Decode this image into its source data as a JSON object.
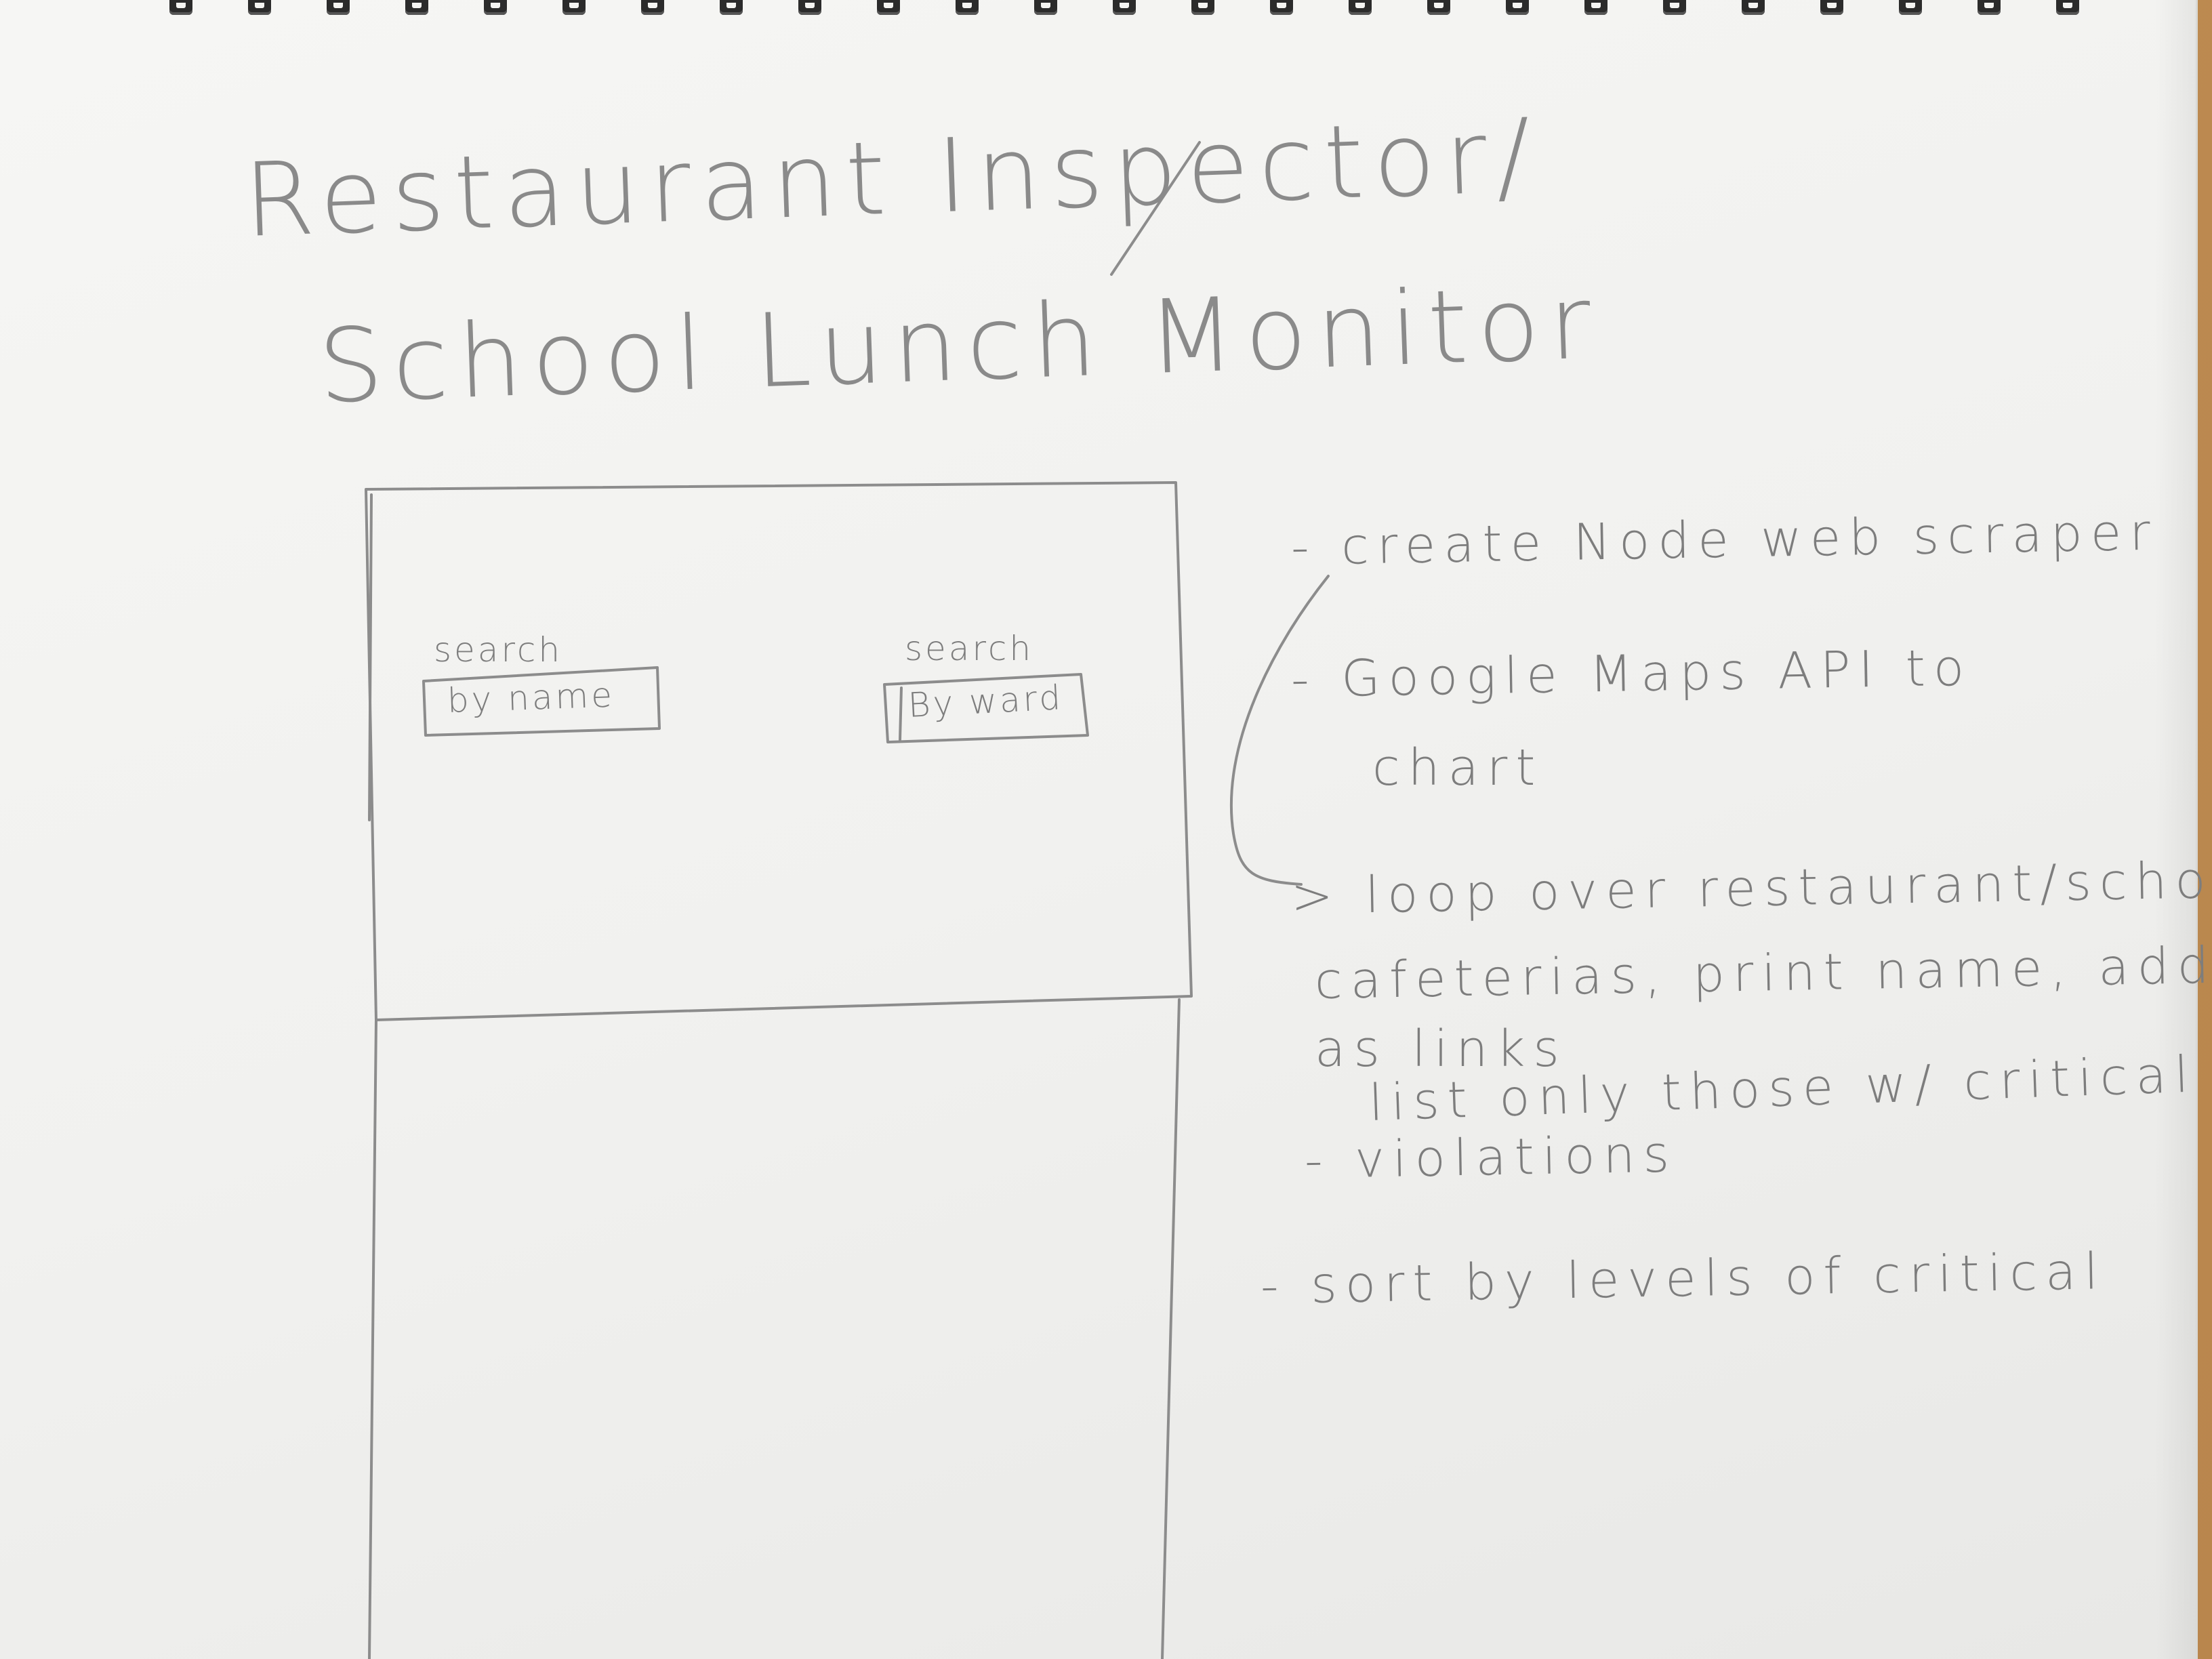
{
  "sketch": {
    "title": {
      "line1": "Restaurant Inspector/",
      "line2": "School Lunch Monitor"
    },
    "wireframe": {
      "search_left": {
        "label": "search",
        "box_text": "by name"
      },
      "search_right": {
        "label": "search",
        "box_text": "By ward"
      }
    },
    "notes": [
      "- create Node web scraper",
      "- Google Maps API to",
      "chart",
      "> loop over restaurant/school",
      "cafeterias, print name, address",
      "as links",
      "list only those w/ critical",
      "- violations",
      "- sort by levels of critical"
    ]
  },
  "colors": {
    "pencil": "#7d7d7d",
    "paper": "#f4f4f2",
    "desk": "#c89a62"
  }
}
